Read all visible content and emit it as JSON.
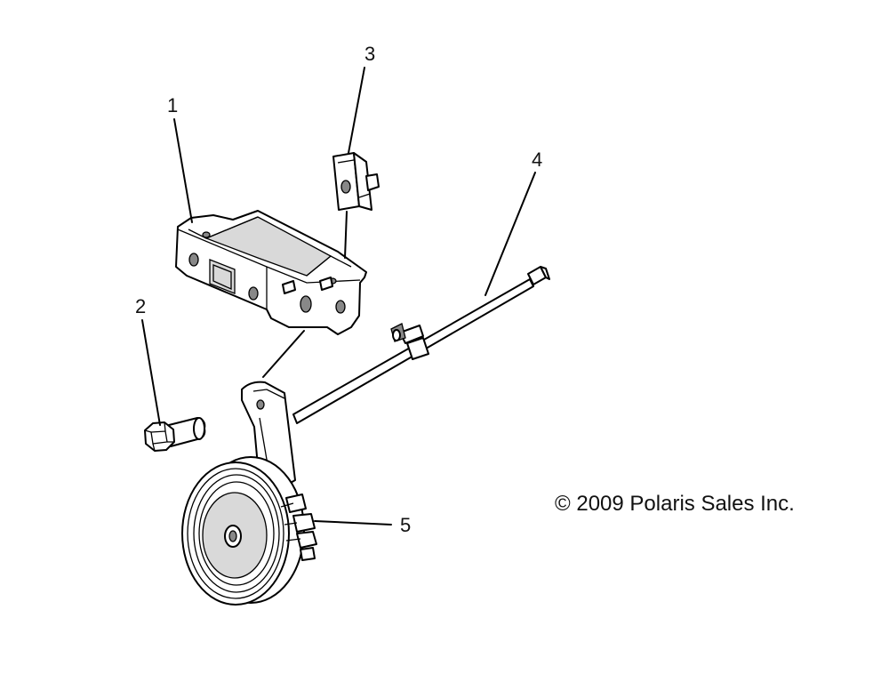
{
  "callouts": [
    {
      "id": "1",
      "label": "1"
    },
    {
      "id": "2",
      "label": "2"
    },
    {
      "id": "3",
      "label": "3"
    },
    {
      "id": "4",
      "label": "4"
    },
    {
      "id": "5",
      "label": "5"
    }
  ],
  "copyright": "© 2009 Polaris Sales Inc."
}
